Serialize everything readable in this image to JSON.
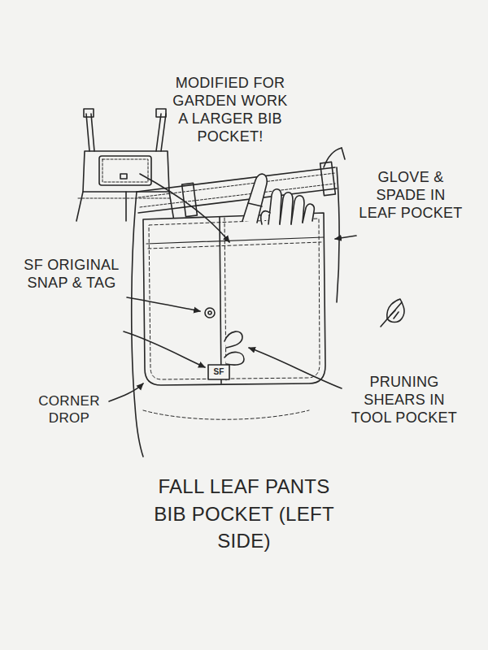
{
  "diagram": {
    "title": "FALL LEAF PANTS BIB POCKET (LEFT SIDE)",
    "labels": [
      "MODIFIED FOR GARDEN WORK A LARGER BIB POCKET!",
      "GLOVE & SPADE IN LEAF POCKET",
      "SF ORIGINAL SNAP & TAG",
      "CORNER DROP",
      "PRUNING SHEARS IN TOOL POCKET",
      "SF"
    ]
  }
}
